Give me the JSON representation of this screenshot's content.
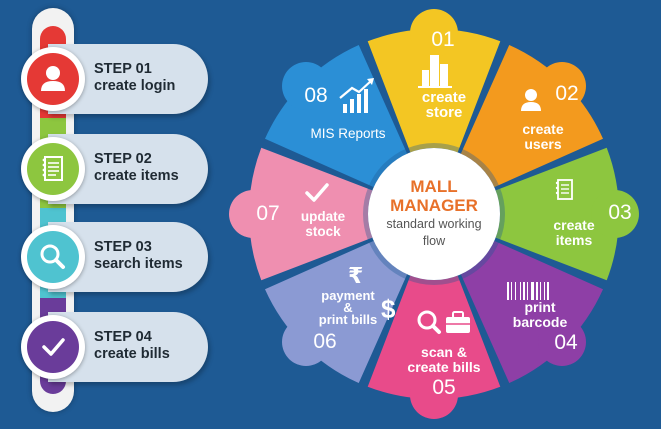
{
  "steps": [
    {
      "title": "STEP 01",
      "subtitle": "create login",
      "icon": "user-icon",
      "color": "#e53935"
    },
    {
      "title": "STEP 02",
      "subtitle": "create items",
      "icon": "notepad-icon",
      "color": "#8dc63f"
    },
    {
      "title": "STEP 03",
      "subtitle": "search items",
      "icon": "magnifier-icon",
      "color": "#4fc3d0"
    },
    {
      "title": "STEP 04",
      "subtitle": "create bills",
      "icon": "checkmark-icon",
      "color": "#6a3c9a"
    }
  ],
  "wheel": {
    "center_title_1": "MALL",
    "center_title_2": "MANAGER",
    "center_sub_1": "standard working",
    "center_sub_2": "flow",
    "segments": [
      {
        "number": "01",
        "line1": "create",
        "line2": "store",
        "icon": "buildings-icon",
        "color": "#f3c623"
      },
      {
        "number": "02",
        "line1": "create",
        "line2": "users",
        "icon": "user-icon",
        "color": "#f39a1e"
      },
      {
        "number": "03",
        "line1": "create",
        "line2": "items",
        "icon": "notepad-icon",
        "color": "#8dc63f"
      },
      {
        "number": "04",
        "line1": "print",
        "line2": "barcode",
        "icon": "barcode-icon",
        "color": "#8e3fa6"
      },
      {
        "number": "05",
        "line1": "scan &",
        "line2": "create bills",
        "icon": "search-briefcase-icon",
        "color": "#e84b8a"
      },
      {
        "number": "06",
        "line1": "payment",
        "line2": "&",
        "line3": "print bills",
        "icon": "rupee-dollar-icon",
        "color": "#8b9ad3"
      },
      {
        "number": "07",
        "line1": "update",
        "line2": "stock",
        "icon": "checkmark-icon",
        "color": "#ef8fb0"
      },
      {
        "number": "08",
        "line1": "MIS Reports",
        "icon": "chart-icon",
        "color": "#2b8fd6"
      }
    ]
  }
}
